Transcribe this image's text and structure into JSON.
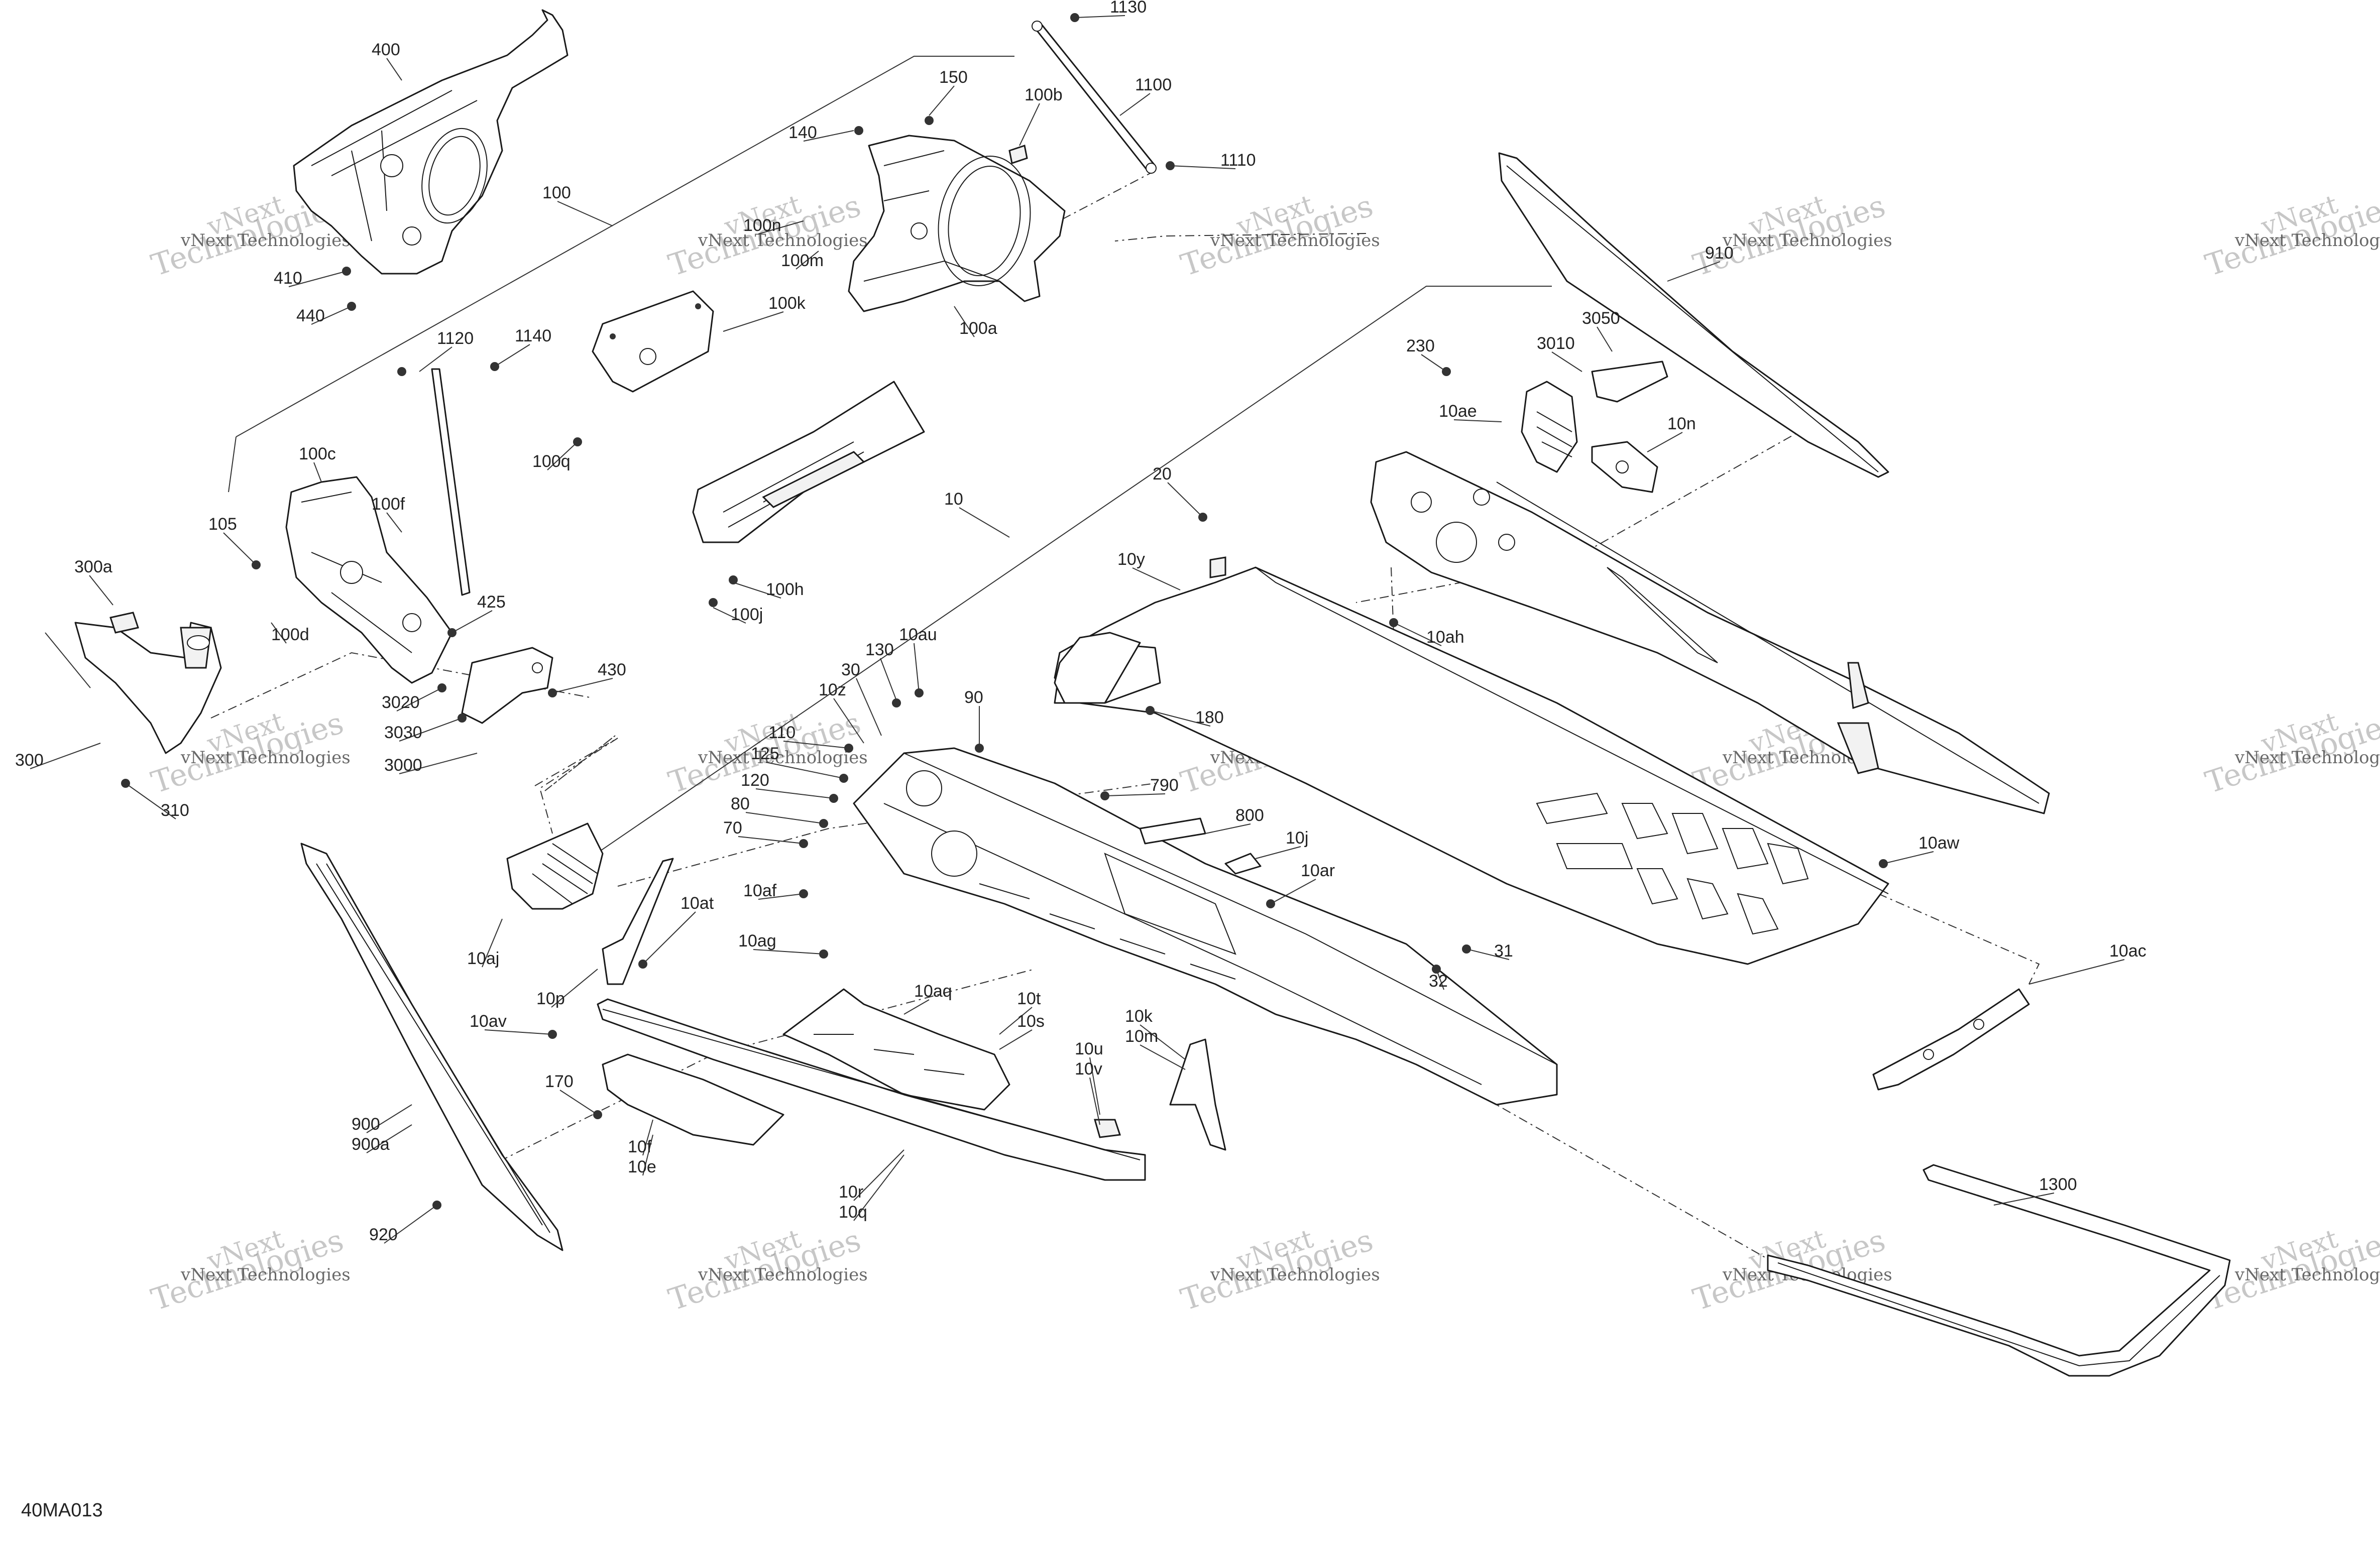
{
  "diagram_code": "40MA013",
  "watermark": {
    "line1": "vNext",
    "line2": "Technologies",
    "line3": "vNext Technologies"
  },
  "callouts": [
    "1130",
    "1100",
    "150",
    "100b",
    "140",
    "1110",
    "400",
    "100",
    "100n",
    "100m",
    "100a",
    "410",
    "440",
    "910",
    "100k",
    "1120",
    "1140",
    "230",
    "3050",
    "3010",
    "10ae",
    "10n",
    "100q",
    "100c",
    "10",
    "100f",
    "20",
    "105",
    "300a",
    "10y",
    "100d",
    "100h",
    "100j",
    "10ah",
    "425",
    "430",
    "130",
    "10au",
    "3020",
    "3030",
    "3000",
    "10z",
    "30",
    "90",
    "180",
    "300",
    "310",
    "110",
    "125",
    "120",
    "80",
    "70",
    "790",
    "800",
    "10af",
    "10j",
    "10ar",
    "10aw",
    "10aj",
    "10at",
    "10ag",
    "31",
    "32",
    "10ac",
    "10p",
    "10aq",
    "10t",
    "10s",
    "10av",
    "10k",
    "10m",
    "10u",
    "10v",
    "170",
    "900",
    "900a",
    "10f",
    "10e",
    "10r",
    "10q",
    "1300",
    "920"
  ]
}
